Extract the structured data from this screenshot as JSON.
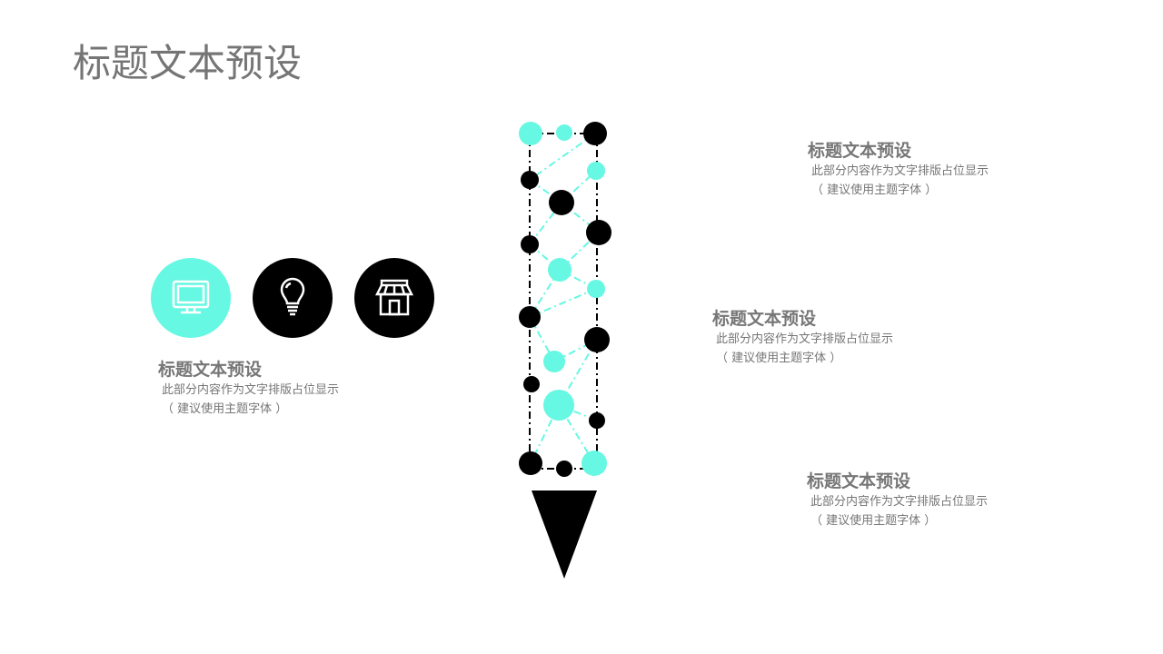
{
  "title": "标题文本预设",
  "colors": {
    "accent": "#66F8E2",
    "dark": "#000000",
    "text": "#757575"
  },
  "icons": [
    "monitor-icon",
    "lightbulb-icon",
    "store-icon"
  ],
  "left_block": {
    "heading": "标题文本预设",
    "line1": "此部分内容作为文字排版占位显示",
    "line2": "（ 建议使用主题字体 ）"
  },
  "right_blocks": [
    {
      "heading": "标题文本预设",
      "line1": "此部分内容作为文字排版占位显示",
      "line2": "（ 建议使用主题字体 ）"
    },
    {
      "heading": "标题文本预设",
      "line1": "此部分内容作为文字排版占位显示",
      "line2": "（ 建议使用主题字体 ）"
    },
    {
      "heading": "标题文本预设",
      "line1": "此部分内容作为文字排版占位显示",
      "line2": "（ 建议使用主题字体 ）"
    }
  ]
}
